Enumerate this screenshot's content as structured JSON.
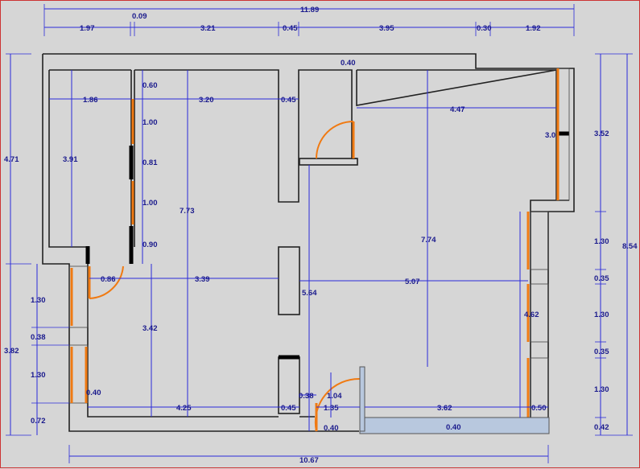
{
  "dimensions": {
    "top_total": "11.89",
    "top_segments": [
      "1.97",
      "0.09",
      "3.21",
      "0.45",
      "3.95",
      "0.30",
      "1.92"
    ],
    "left_outer": [
      "4.71",
      "3.82"
    ],
    "left_inner": [
      "1.30",
      "0.38",
      "1.30",
      "0.72"
    ],
    "room1": {
      "width": "1.86",
      "height": "3.91"
    },
    "room2_width": "3.20",
    "gap_045_upper": "0.45",
    "window_stack": [
      "0.60",
      "1.00",
      "0.81",
      "1.00",
      "0.90"
    ],
    "height_773": "7.73",
    "height_774": "7.74",
    "corridor_040": "0.40",
    "width_447": "4.47",
    "right_30": "3.0",
    "right_inner": [
      "3.52",
      "1.30",
      "0.35",
      "1.30",
      "0.35",
      "1.30",
      "0.42"
    ],
    "right_total": "8.54",
    "door_086": "0.86",
    "span_339": "3.39",
    "span_564": "5.64",
    "span_507": "5.07",
    "height_342": "3.42",
    "height_462": "4.62",
    "bottom_040_left": "0.40",
    "bottom_425": "4.25",
    "bottom_045": "0.45",
    "bottom_038": "0.38",
    "bottom_104": "1.04",
    "bottom_135": "1.35",
    "bottom_040_mid": "0.40",
    "bottom_362": "3.62",
    "bottom_050": "0.50",
    "bottom_040_balcony": "0.40",
    "bottom_total": "10.67"
  },
  "colors": {
    "background": "#d6d6d6",
    "dimension": "#2b2bd9",
    "window": "#f07a12",
    "wall": "#222222",
    "balcony": "#b8c8de"
  }
}
